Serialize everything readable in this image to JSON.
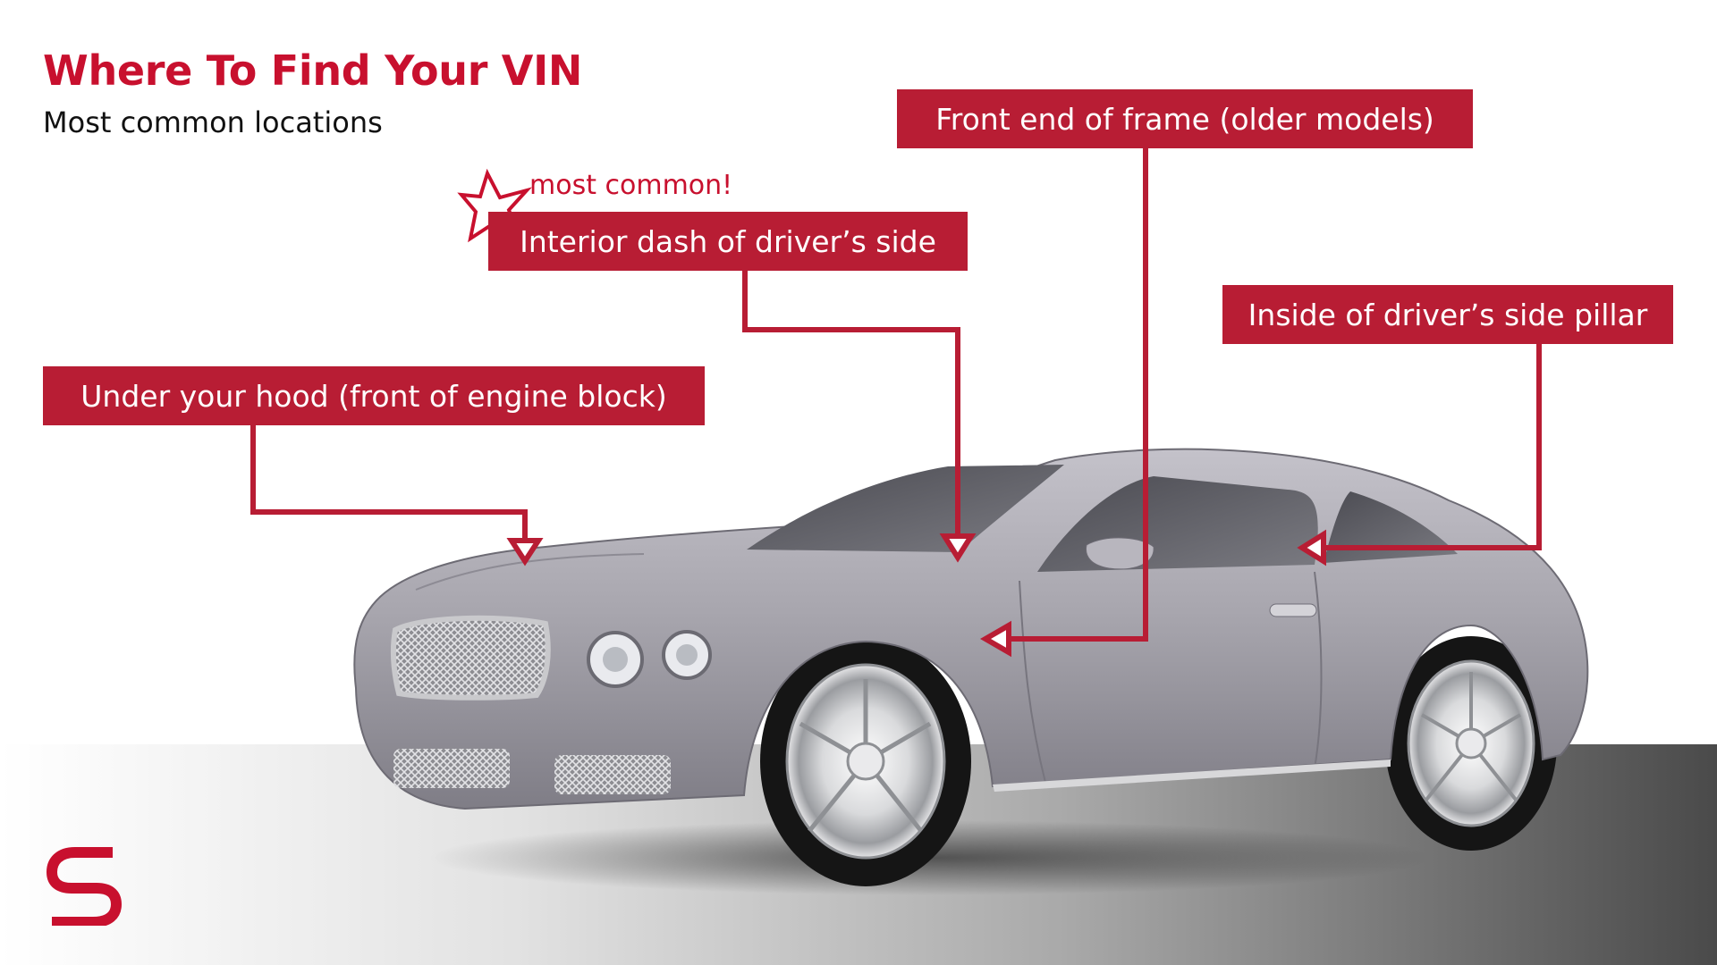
{
  "header": {
    "title": "Where To Find Your VIN",
    "subtitle": "Most common locations"
  },
  "callouts": {
    "hood": {
      "label": "Under your hood (front of engine block)"
    },
    "dash": {
      "label": "Interior dash of driver’s side",
      "note": "most common!"
    },
    "frame": {
      "label": "Front end of frame (older models)"
    },
    "pillar": {
      "label": "Inside of driver’s side pillar"
    }
  },
  "colors": {
    "accent": "#b81d34",
    "car_body": "#a6a4ad",
    "floor_dark": "#4a4a4a"
  },
  "icons": {
    "note": "star-outline-icon",
    "logo": "brand-s-logo"
  }
}
